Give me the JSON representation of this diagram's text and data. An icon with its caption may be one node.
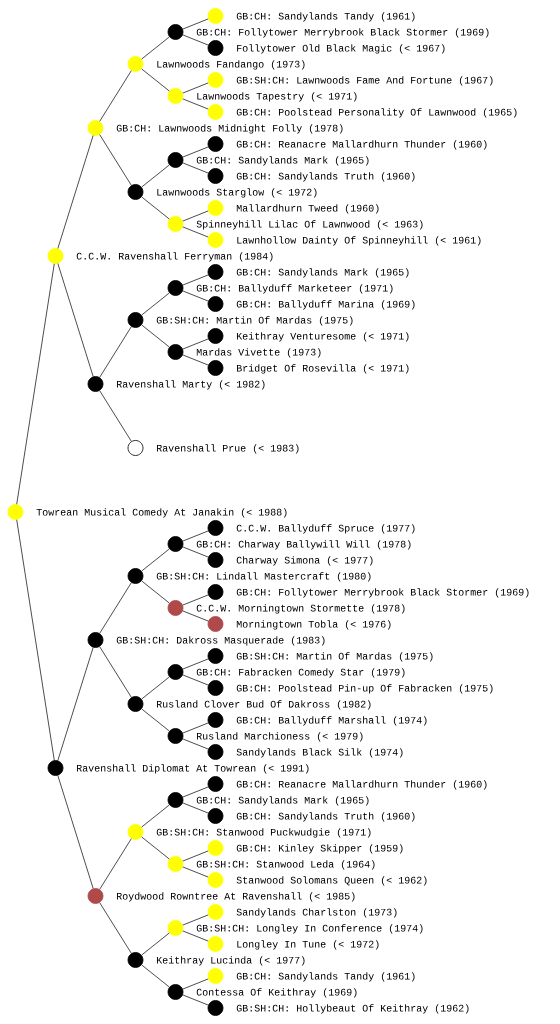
{
  "diagram": {
    "nodes": [
      {
        "text": [
          "GB:CH: Sandylands Tandy (1961)"
        ]
      },
      {
        "text": [
          "GB:CH: Follytower Merrybrook Black Stormer (1969)"
        ]
      },
      {
        "text": [
          "Follytower Old Black Magic (< 1967)"
        ]
      },
      {
        "text": [
          "Lawnwoods Fandango (1973)"
        ]
      },
      {
        "text": [
          "GB:SH:CH: Lawnwoods Fame And Fortune (1967)"
        ]
      },
      {
        "text": [
          "Lawnwoods Tapestry (< 1971)"
        ]
      },
      {
        "text": [
          "GB:CH: Poolstead Personality Of Lawnwood (1965)"
        ]
      },
      {
        "text": [
          "GB:CH: Lawnwoods Midnight Folly (1978)"
        ]
      },
      {
        "text": [
          "GB:CH: Reanacre Mallardhurn Thunder (1960)"
        ]
      },
      {
        "text": [
          "GB:CH: Sandylands Mark (1965)"
        ]
      },
      {
        "text": [
          "GB:CH: Sandylands Truth (1960)"
        ]
      },
      {
        "text": [
          "Lawnwoods Starglow (< 1972)"
        ]
      },
      {
        "text": [
          "Mallardhurn Tweed (1960)"
        ]
      },
      {
        "text": [
          "Spinneyhill Lilac Of Lawnwood (< 1963)"
        ]
      },
      {
        "text": [
          "Lawnhollow Dainty Of Spinneyhill (< 1961)"
        ]
      },
      {
        "text": [
          "C.C.W. Ravenshall Ferryman (1984)"
        ]
      },
      {
        "text": [
          "GB:CH: Sandylands Mark (1965)"
        ]
      },
      {
        "text": [
          "GB:CH: Ballyduff Marketeer (1971)"
        ]
      },
      {
        "text": [
          "GB:CH: Ballyduff Marina (1969)"
        ]
      },
      {
        "text": [
          "GB:SH:CH: Martin Of Mardas (1975)"
        ]
      },
      {
        "text": [
          "Keithray Venturesome (< 1971)"
        ]
      },
      {
        "text": [
          "Mardas Vivette (1973)"
        ]
      },
      {
        "text": [
          "Bridget Of Rosevilla (< 1971)"
        ]
      },
      {
        "text": [
          "Ravenshall Marty (< 1982)"
        ]
      },
      {
        "text": [
          "Ravenshall Prue (< 1983)"
        ]
      },
      {
        "text": [
          "Towrean Musical Comedy At Janakin (< 1988)"
        ]
      },
      {
        "text": [
          "C.C.W. Ballyduff Spruce (1977)"
        ]
      },
      {
        "text": [
          "GB:CH: Charway Ballywill Will (1978)"
        ]
      },
      {
        "text": [
          "Charway Simona (< 1977)"
        ]
      },
      {
        "text": [
          "GB:SH:CH: Lindall Mastercraft (1980)"
        ]
      },
      {
        "text": [
          "GB:CH: Follytower Merrybrook Black Stormer (1969)"
        ]
      },
      {
        "text": [
          "C.C.W. Morningtown Stormette (1978)"
        ]
      },
      {
        "text": [
          "Morningtown Tobla (< 1976)"
        ]
      },
      {
        "text": [
          "GB:SH:CH: Dakross Masquerade (1983)"
        ]
      },
      {
        "text": [
          "GB:SH:CH: Martin Of Mardas (1975)"
        ]
      },
      {
        "text": [
          "GB:CH: Fabracken Comedy Star (1979)"
        ]
      },
      {
        "text": [
          "GB:CH: Poolstead Pin-up Of Fabracken (1975)"
        ]
      },
      {
        "text": [
          "Rusland Clover Bud Of Dakross (1982)"
        ]
      },
      {
        "text": [
          "GB:CH: Ballyduff Marshall (1974)"
        ]
      },
      {
        "text": [
          "Rusland Marchioness (< 1979)"
        ]
      },
      {
        "text": [
          "Sandylands Black Silk (1974)"
        ]
      },
      {
        "text": [
          "Ravenshall Diplomat At Towrean (< 1991)"
        ]
      },
      {
        "text": [
          "GB:CH: Reanacre Mallardhurn Thunder (1960)"
        ]
      },
      {
        "text": [
          "GB:CH: Sandylands Mark (1965)"
        ]
      },
      {
        "text": [
          "GB:CH: Sandylands Truth (1960)"
        ]
      },
      {
        "text": [
          "GB:SH:CH: Stanwood Puckwudgie (1971)"
        ]
      },
      {
        "text": [
          "GB:CH: Kinley Skipper (1959)"
        ]
      },
      {
        "text": [
          "GB:SH:CH: Stanwood Leda (1964)"
        ]
      },
      {
        "text": [
          "Stanwood Solomans Queen (< 1962)"
        ]
      },
      {
        "text": [
          "Roydwood Rowntree At Ravenshall (< 1985)"
        ]
      },
      {
        "text": [
          "Sandylands Charlston (1973)"
        ]
      },
      {
        "text": [
          "GB:SH:CH: Longley In Conference (1974)"
        ]
      },
      {
        "text": [
          "Longley In Tune (< 1972)"
        ]
      },
      {
        "text": [
          "Keithray Lucinda (< 1977)"
        ]
      },
      {
        "text": [
          "GB:CH: Sandylands Tandy (1961)"
        ]
      },
      {
        "text": [
          "Contessa Of Keithray (1969)"
        ]
      },
      {
        "text": [
          "GB:SH:CH: Hollybeaut Of Keithray (1962)"
        ]
      }
    ],
    "edges": [
      {
        "from": 1,
        "to": 0,
        "arrow": "none"
      },
      {
        "from": 3,
        "to": 1,
        "arrow": "none"
      },
      {
        "from": 1,
        "to": 2,
        "arrow": "none"
      },
      {
        "from": 7,
        "to": 3,
        "arrow": "none"
      },
      {
        "from": 5,
        "to": 4,
        "arrow": "none"
      },
      {
        "from": 3,
        "to": 5,
        "arrow": "none"
      },
      {
        "from": 5,
        "to": 6,
        "arrow": "none"
      },
      {
        "from": 15,
        "to": 7,
        "arrow": "none"
      },
      {
        "from": 9,
        "to": 8,
        "arrow": "none"
      },
      {
        "from": 11,
        "to": 9,
        "arrow": "none"
      },
      {
        "from": 9,
        "to": 10,
        "arrow": "none"
      },
      {
        "from": 7,
        "to": 11,
        "arrow": "none"
      },
      {
        "from": 13,
        "to": 12,
        "arrow": "none"
      },
      {
        "from": 11,
        "to": 13,
        "arrow": "none"
      },
      {
        "from": 13,
        "to": 14,
        "arrow": "none"
      },
      {
        "from": 25,
        "to": 15,
        "arrow": "none"
      },
      {
        "from": 17,
        "to": 16,
        "arrow": "none"
      },
      {
        "from": 19,
        "to": 17,
        "arrow": "none"
      },
      {
        "from": 17,
        "to": 18,
        "arrow": "none"
      },
      {
        "from": 23,
        "to": 19,
        "arrow": "none"
      },
      {
        "from": 21,
        "to": 20,
        "arrow": "none"
      },
      {
        "from": 19,
        "to": 21,
        "arrow": "none"
      },
      {
        "from": 21,
        "to": 22,
        "arrow": "none"
      },
      {
        "from": 15,
        "to": 23,
        "arrow": "none"
      },
      {
        "from": 23,
        "to": 24,
        "arrow": "none"
      },
      {
        "from": 27,
        "to": 26,
        "arrow": "none"
      },
      {
        "from": 29,
        "to": 27,
        "arrow": "none"
      },
      {
        "from": 27,
        "to": 28,
        "arrow": "none"
      },
      {
        "from": 33,
        "to": 29,
        "arrow": "none"
      },
      {
        "from": 31,
        "to": 30,
        "arrow": "none"
      },
      {
        "from": 29,
        "to": 31,
        "arrow": "none"
      },
      {
        "from": 31,
        "to": 32,
        "arrow": "none"
      },
      {
        "from": 41,
        "to": 33,
        "arrow": "none"
      },
      {
        "from": 35,
        "to": 34,
        "arrow": "none"
      },
      {
        "from": 37,
        "to": 35,
        "arrow": "none"
      },
      {
        "from": 35,
        "to": 36,
        "arrow": "none"
      },
      {
        "from": 33,
        "to": 37,
        "arrow": "none"
      },
      {
        "from": 39,
        "to": 38,
        "arrow": "none"
      },
      {
        "from": 37,
        "to": 39,
        "arrow": "none"
      },
      {
        "from": 39,
        "to": 40,
        "arrow": "none"
      },
      {
        "from": 25,
        "to": 41,
        "arrow": "none"
      },
      {
        "from": 43,
        "to": 42,
        "arrow": "none"
      },
      {
        "from": 45,
        "to": 43,
        "arrow": "none"
      },
      {
        "from": 43,
        "to": 44,
        "arrow": "none"
      },
      {
        "from": 49,
        "to": 45,
        "arrow": "none"
      },
      {
        "from": 47,
        "to": 46,
        "arrow": "none"
      },
      {
        "from": 45,
        "to": 47,
        "arrow": "none"
      },
      {
        "from": 47,
        "to": 48,
        "arrow": "none"
      },
      {
        "from": 41,
        "to": 49,
        "arrow": "none"
      },
      {
        "from": 51,
        "to": 50,
        "arrow": "none"
      },
      {
        "from": 53,
        "to": 51,
        "arrow": "none"
      },
      {
        "from": 51,
        "to": 52,
        "arrow": "none"
      },
      {
        "from": 49,
        "to": 53,
        "arrow": "none"
      },
      {
        "from": 55,
        "to": 54,
        "arrow": "none"
      },
      {
        "from": 53,
        "to": 55,
        "arrow": "none"
      },
      {
        "from": 55,
        "to": 56,
        "arrow": "none"
      }
    ]
  }
}
